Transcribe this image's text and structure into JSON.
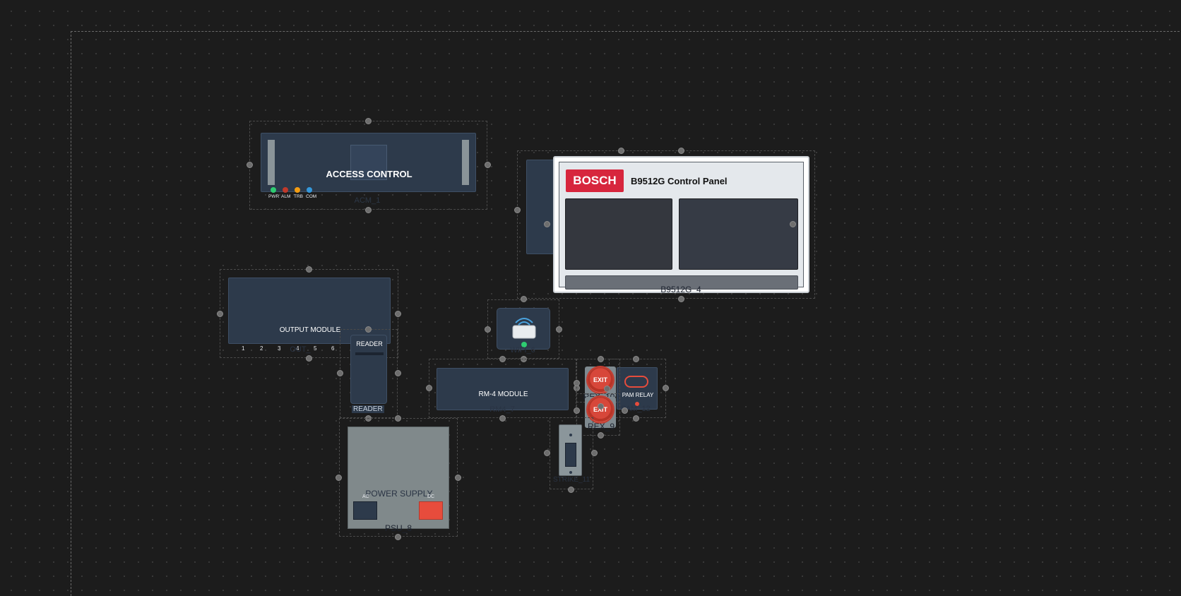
{
  "access_control": {
    "title": "ACCESS CONTROL",
    "id_label": "ACM_1",
    "leds": [
      "PWR",
      "ALM",
      "TRB",
      "COM"
    ],
    "led_colors": [
      "#2ecc71",
      "#c0392b",
      "#f39c12",
      "#3498db"
    ]
  },
  "control_panel": {
    "brand": "BOSCH",
    "title": "B9512G Control Panel",
    "id_label": "B9512G_4",
    "brand_color": "#d7263d"
  },
  "output_module": {
    "title": "OUTPUT MODULE",
    "terminals": [
      "1",
      "2",
      "3",
      "4",
      "5",
      "6"
    ],
    "id_label": "OUT_"
  },
  "reader": {
    "title": "READER",
    "id_label": "READER"
  },
  "wifi_module": {
    "id_label": "WIFI_6"
  },
  "rm4_module": {
    "title": "RM-4 MODULE",
    "id_label": "RM4_7"
  },
  "rex_10": {
    "label": "EXIT",
    "id_label": "REX_10"
  },
  "rex_9": {
    "label": "EXIT",
    "id_label": "REX_9"
  },
  "pam_relay": {
    "title": "PAM RELAY",
    "id_label": "PAM_12"
  },
  "door_contact": {
    "id_label": "STRIKE_11"
  },
  "power_supply": {
    "title": "POWER SUPPLY",
    "ac_label": "AC",
    "dc_label": "DC",
    "id_label": "PSU_8"
  }
}
